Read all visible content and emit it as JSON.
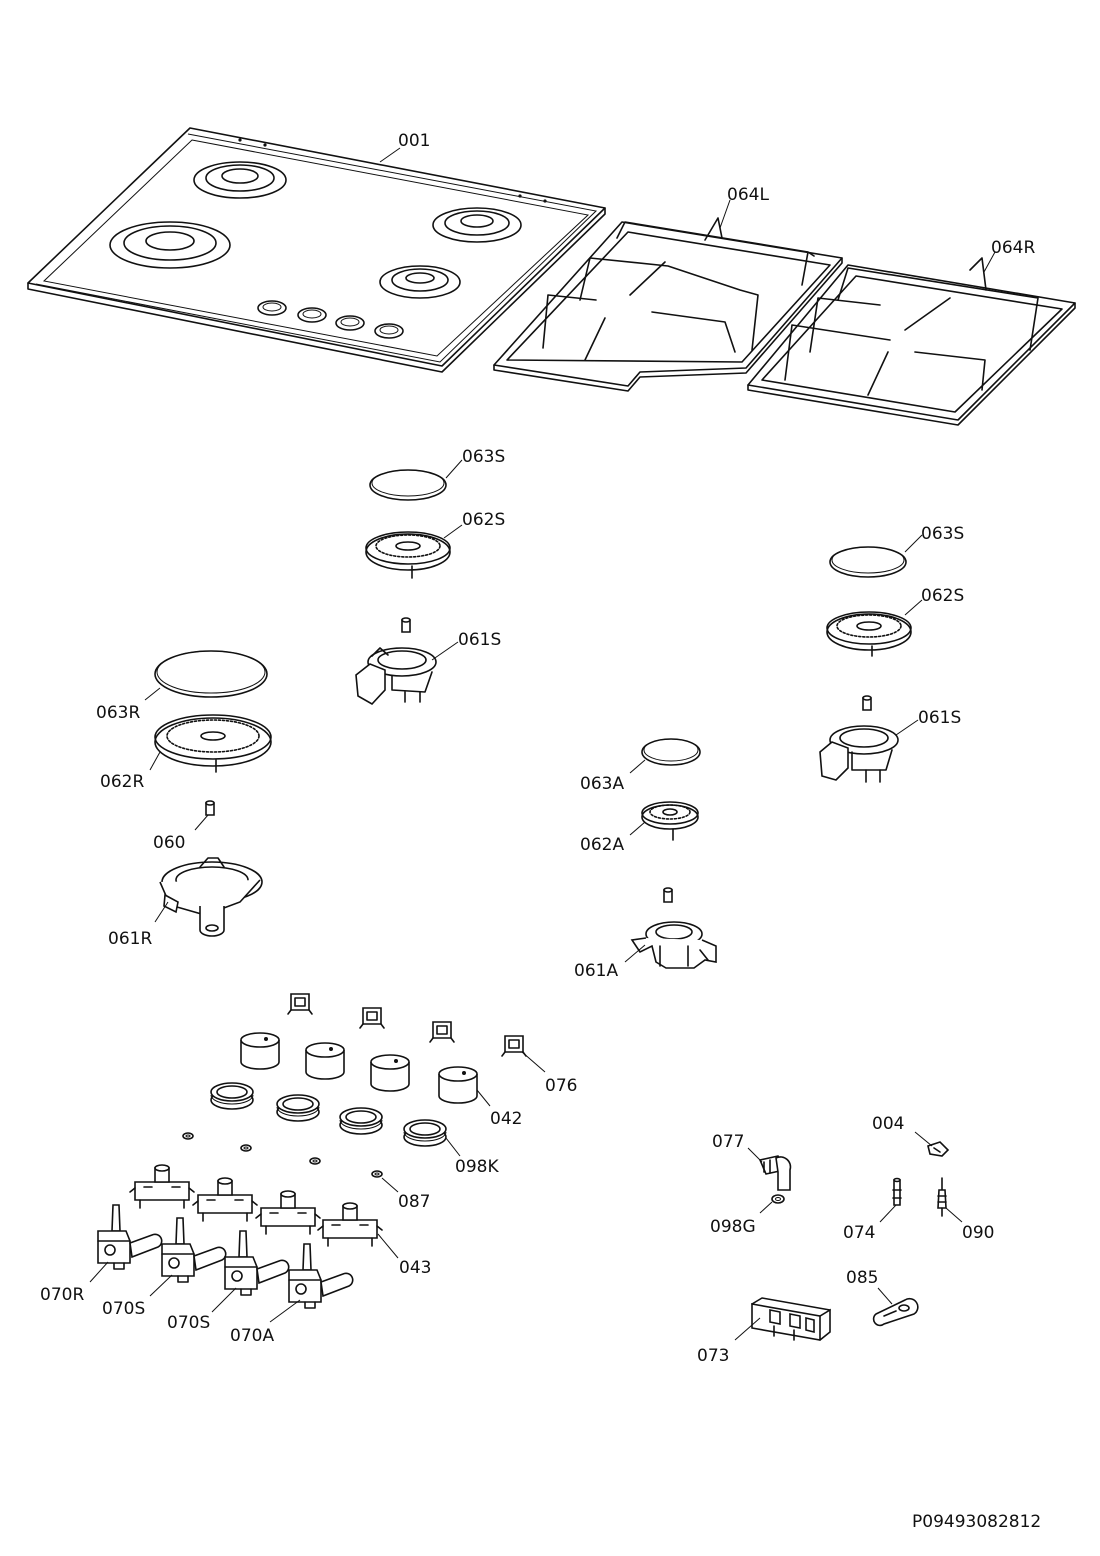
{
  "labels": {
    "l001": "001",
    "l064L": "064L",
    "l064R": "064R",
    "l063S_a": "063S",
    "l062S_a": "062S",
    "l061S_a": "061S",
    "l063S_b": "063S",
    "l062S_b": "062S",
    "l061S_b": "061S",
    "l063R": "063R",
    "l062R": "062R",
    "l060": "060",
    "l061R": "061R",
    "l063A": "063A",
    "l062A": "062A",
    "l061A": "061A",
    "l076": "076",
    "l042": "042",
    "l098K": "098K",
    "l087": "087",
    "l043": "043",
    "l070R": "070R",
    "l070S_a": "070S",
    "l070S_b": "070S",
    "l070A": "070A",
    "l077": "077",
    "l098G": "098G",
    "l004": "004",
    "l074": "074",
    "l090": "090",
    "l085": "085",
    "l073": "073"
  },
  "drawing_code": "P09493082812"
}
